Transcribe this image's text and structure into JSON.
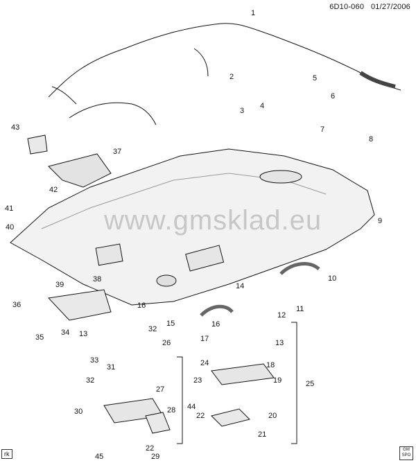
{
  "header": {
    "doc_code": "6D10-060",
    "date": "01/27/2006"
  },
  "footer": {
    "tag": "rk"
  },
  "watermark": {
    "text": "www.gmsklad.eu"
  },
  "callouts": [
    "1",
    "2",
    "3",
    "4",
    "5",
    "6",
    "7",
    "8",
    "9",
    "10",
    "11",
    "12",
    "13",
    "13",
    "14",
    "15",
    "16",
    "16",
    "17",
    "18",
    "19",
    "20",
    "21",
    "22",
    "22",
    "23",
    "24",
    "25",
    "26",
    "27",
    "28",
    "29",
    "30",
    "31",
    "32",
    "32",
    "33",
    "34",
    "35",
    "36",
    "37",
    "38",
    "39",
    "40",
    "41",
    "42",
    "43",
    "44",
    "45"
  ],
  "colors": {
    "ink": "#111111",
    "part_fill": "#e9e9e9",
    "part_shade": "#cfcfcf"
  }
}
